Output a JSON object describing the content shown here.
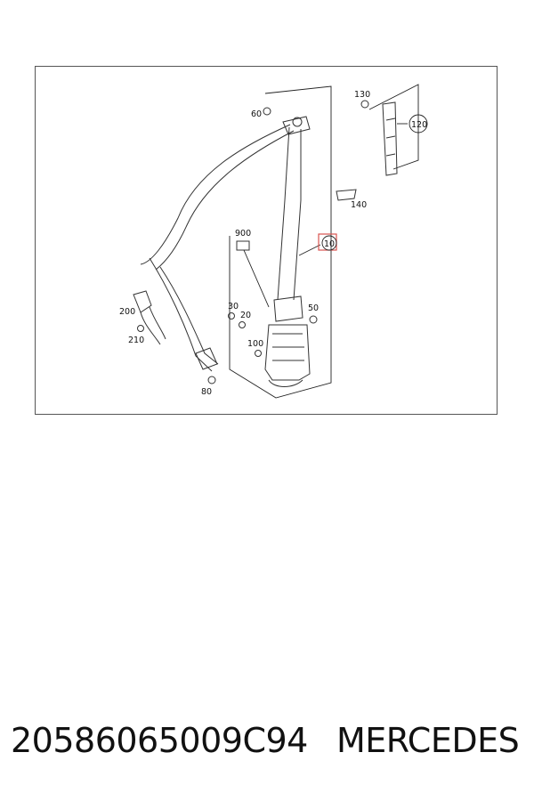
{
  "diagram": {
    "callouts": {
      "c10": "10",
      "c20": "20",
      "c30": "30",
      "c50": "50",
      "c60": "60",
      "c80": "80",
      "c100": "100",
      "c120": "120",
      "c130": "130",
      "c140": "140",
      "c200": "200",
      "c210": "210",
      "c900": "900"
    },
    "highlight_color": "#d9534f",
    "line_color": "#333333"
  },
  "caption": {
    "part_number": "20586065009C94",
    "brand": "MERCEDES"
  }
}
